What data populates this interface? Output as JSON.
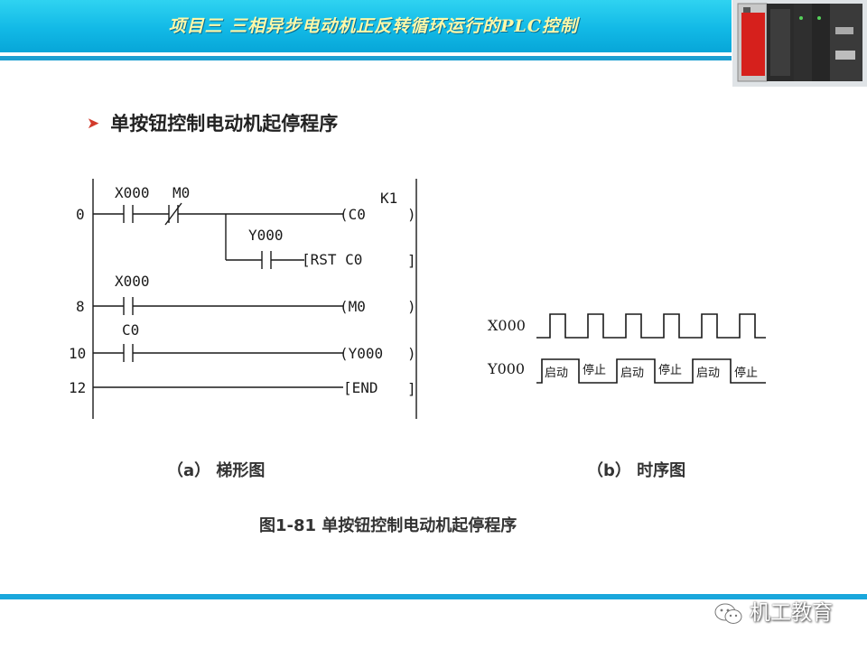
{
  "header": {
    "title": "项目三  三相异步电动机正反转循环运行的PLC控制",
    "plc_image_icon": "plc-hardware-icon"
  },
  "section": {
    "bullet_icon": "arrow-bullet-icon",
    "heading": "单按钮控制电动机起停程序"
  },
  "ladder": {
    "rungs": [
      {
        "step": "0",
        "labels": [
          "X000",
          "M0"
        ],
        "output": "(C0",
        "extra": "K1"
      },
      {
        "step": "",
        "labels": [
          "Y000"
        ],
        "output": "[RST  C0"
      },
      {
        "step": "8",
        "labels": [
          "X000"
        ],
        "output": "(M0"
      },
      {
        "step": "10",
        "labels": [
          "C0"
        ],
        "output": "(Y000"
      },
      {
        "step": "12",
        "labels": [],
        "output": "[END"
      }
    ],
    "right_marks": [
      ")",
      "]",
      ")",
      ")",
      "]"
    ]
  },
  "timing": {
    "x_label": "X000",
    "y_label": "Y000",
    "segments": [
      "启动",
      "停止",
      "启动",
      "停止",
      "启动",
      "停止"
    ]
  },
  "captions": {
    "a": "（a） 梯形图",
    "b": "（b） 时序图",
    "figure": "图1-81   单按钮控制电动机起停程序"
  },
  "watermark": {
    "icon": "wechat-icon",
    "text": "机工教育"
  },
  "colors": {
    "banner": "#12b9e6",
    "title_text": "#fff8a8",
    "bullet": "#d23a2b",
    "bottom_line": "#1aa7dc"
  }
}
